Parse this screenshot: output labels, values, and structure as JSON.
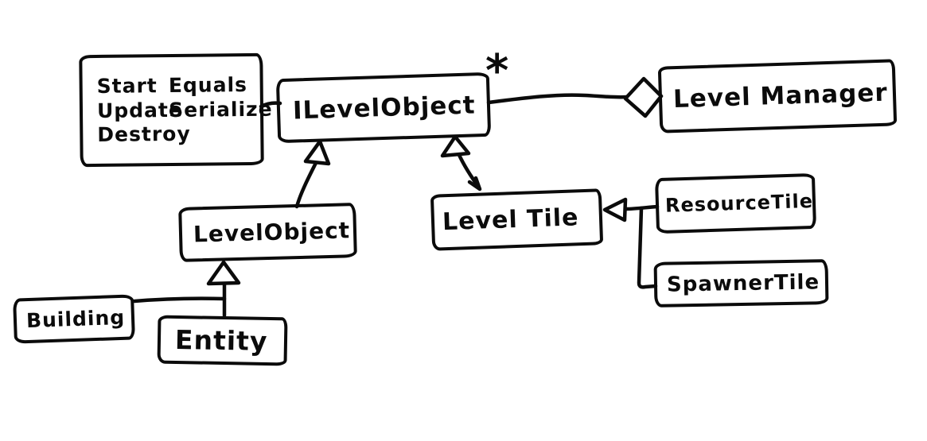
{
  "canvas": {
    "paper_color": "#ffffff",
    "ink_color": "#0b0b0b"
  },
  "nodes": {
    "interface_note": {
      "methods": [
        "Start",
        "Equals",
        "Update",
        "Serialize",
        "Destroy"
      ]
    },
    "ilevel_object": {
      "label": "ILevelObject"
    },
    "level_manager": {
      "label": "Level Manager"
    },
    "level_object": {
      "label": "LevelObject"
    },
    "level_tile": {
      "label": "Level Tile"
    },
    "resource_tile": {
      "label": "ResourceTile"
    },
    "spawner_tile": {
      "label": "SpawnerTile"
    },
    "building": {
      "label": "Building"
    },
    "entity": {
      "label": "Entity"
    }
  },
  "relations": {
    "aggregation": {
      "type": "aggregation",
      "part": "ILevelObject",
      "whole": "Level Manager",
      "multiplicity": "*"
    },
    "inheritance": [
      {
        "child": "LevelObject",
        "parent": "ILevelObject"
      },
      {
        "child": "Level Tile",
        "parent": "ILevelObject"
      },
      {
        "child": "ResourceTile",
        "parent": "Level Tile"
      },
      {
        "child": "SpawnerTile",
        "parent": "Level Tile"
      },
      {
        "child": "Building",
        "parent": "LevelObject"
      },
      {
        "child": "Entity",
        "parent": "LevelObject"
      }
    ],
    "note_link": {
      "from": "interface_note",
      "to": "ILevelObject"
    }
  }
}
